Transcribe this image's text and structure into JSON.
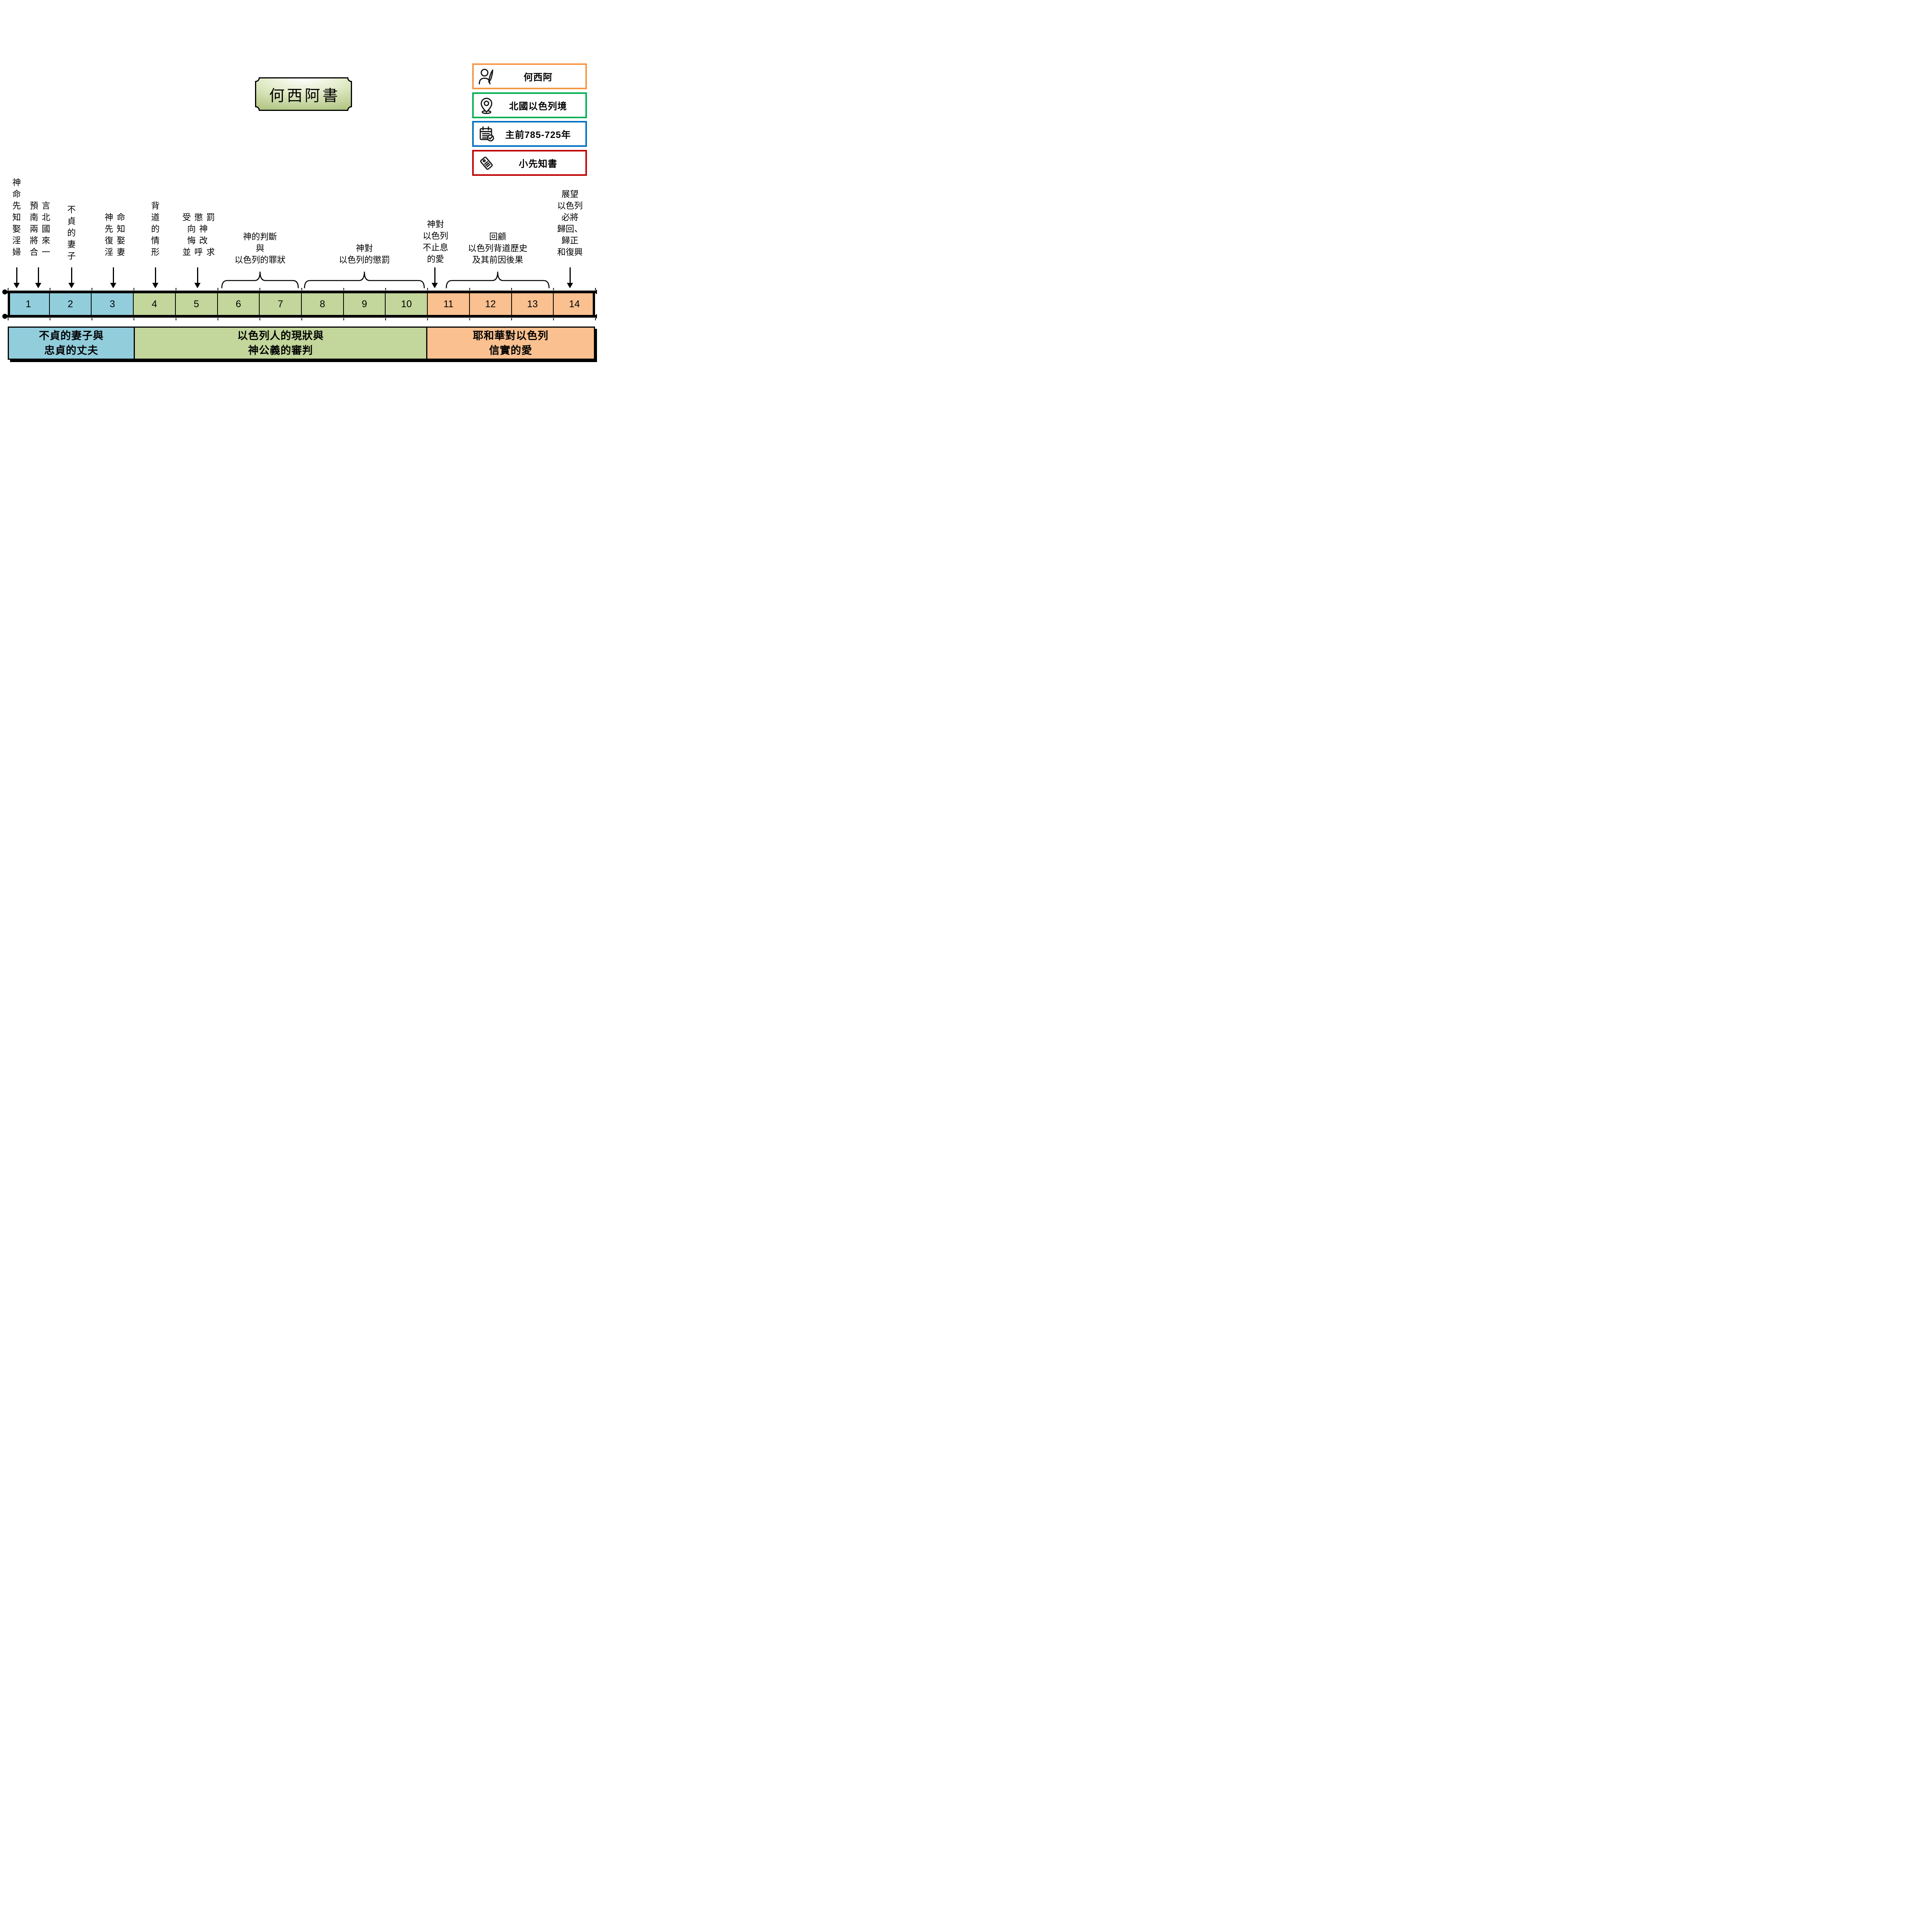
{
  "title": "何西阿書",
  "legend": {
    "items": [
      {
        "label": "何西阿",
        "icon": "prophet-icon",
        "border_color": "#F79646"
      },
      {
        "label": "北國以色列境",
        "icon": "location-pin-icon",
        "border_color": "#00B050"
      },
      {
        "label": "主前785-725年",
        "icon": "calendar-icon",
        "border_color": "#0070C0"
      },
      {
        "label": "小先知書",
        "icon": "tag-icon",
        "border_color": "#C00000"
      }
    ]
  },
  "timeline": {
    "chapters": [
      {
        "n": "1",
        "color": "#92CDDC"
      },
      {
        "n": "2",
        "color": "#92CDDC"
      },
      {
        "n": "3",
        "color": "#92CDDC"
      },
      {
        "n": "4",
        "color": "#C3D69B"
      },
      {
        "n": "5",
        "color": "#C3D69B"
      },
      {
        "n": "6",
        "color": "#C3D69B"
      },
      {
        "n": "7",
        "color": "#C3D69B"
      },
      {
        "n": "8",
        "color": "#C3D69B"
      },
      {
        "n": "9",
        "color": "#C3D69B"
      },
      {
        "n": "10",
        "color": "#C3D69B"
      },
      {
        "n": "11",
        "color": "#FAC090"
      },
      {
        "n": "12",
        "color": "#FAC090"
      },
      {
        "n": "13",
        "color": "#FAC090"
      },
      {
        "n": "14",
        "color": "#FAC090"
      }
    ]
  },
  "annotations": {
    "a1": {
      "text": "神命先知娶淫婦"
    },
    "a2": {
      "lines": [
        "預言",
        "南北",
        "兩國",
        "將來",
        "合一"
      ]
    },
    "a3": {
      "text": "不貞的妻子"
    },
    "a4": {
      "lines": [
        "神命",
        "先知",
        "復娶",
        "淫妻"
      ]
    },
    "a5": {
      "text": "背道的情形"
    },
    "a6": {
      "lines": [
        "受懲罰",
        "向神",
        "悔改",
        "並呼求"
      ]
    },
    "a7": {
      "lines": [
        "神的判斷",
        "與",
        "以色列的罪狀"
      ]
    },
    "a8": {
      "lines": [
        "神對",
        "以色列的懲罰"
      ]
    },
    "a9": {
      "lines": [
        "神對",
        "以色列",
        "不止息",
        "的愛"
      ]
    },
    "a10": {
      "lines": [
        "回顧",
        "以色列背道歷史",
        "及其前因後果"
      ]
    },
    "a11": {
      "lines": [
        "展望",
        "以色列",
        "必將",
        "歸回、",
        "歸正",
        "和復興"
      ]
    }
  },
  "sections": [
    {
      "lines": [
        "不貞的妻子與",
        "忠貞的丈夫"
      ],
      "color": "#92CDDC"
    },
    {
      "lines": [
        "以色列人的現狀與",
        "神公義的審判"
      ],
      "color": "#C3D69B"
    },
    {
      "lines": [
        "耶和華對以色列",
        "信實的愛"
      ],
      "color": "#FAC090"
    }
  ]
}
